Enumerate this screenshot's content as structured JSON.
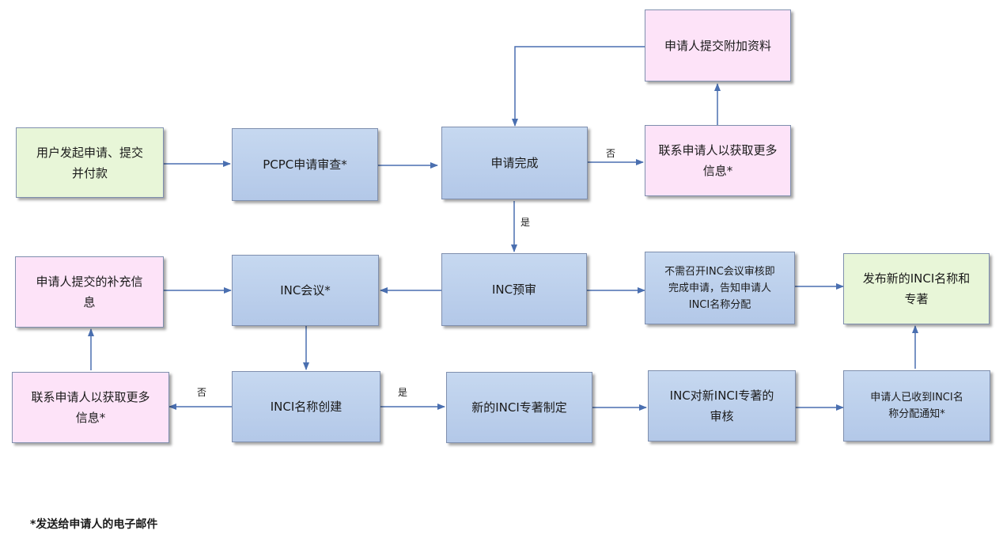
{
  "nodes": {
    "user_apply": "用户发起申请、提交\n并付款",
    "pcpc_review": "PCPC申请审查*",
    "apply_complete": "申请完成",
    "contact_more_top": "联系申请人以获取更多\n信息*",
    "submit_additional": "申请人提交附加资料",
    "inc_prereview": "INC预审",
    "inc_meeting": "INC会议*",
    "supplementary_info": "申请人提交的补充信\n息",
    "no_meeting_notice": "不需召开INC会议审核即\n完成申请，告知申请人\nINCI名称分配",
    "publish_new": "发布新的INCI名称和\n专著",
    "inci_name_create": "INCI名称创建",
    "contact_more_bottom": "联系申请人以获取更多\n信息*",
    "new_monograph": "新的INCI专著制定",
    "inc_review_monograph": "INC对新INCI专著的\n审核",
    "received_notice": "申请人已收到INCI名\n称分配通知*"
  },
  "edge_labels": {
    "complete_no": "否",
    "complete_yes": "是",
    "create_no": "否",
    "create_yes": "是"
  },
  "footnote": "*发送给申请人的电子邮件",
  "colors": {
    "blue_fill": "#b9cdea",
    "pink_fill": "#fde3f8",
    "green_fill": "#e8f6d8",
    "border": "#7f8fae",
    "arrow": "#4a6fb0"
  }
}
